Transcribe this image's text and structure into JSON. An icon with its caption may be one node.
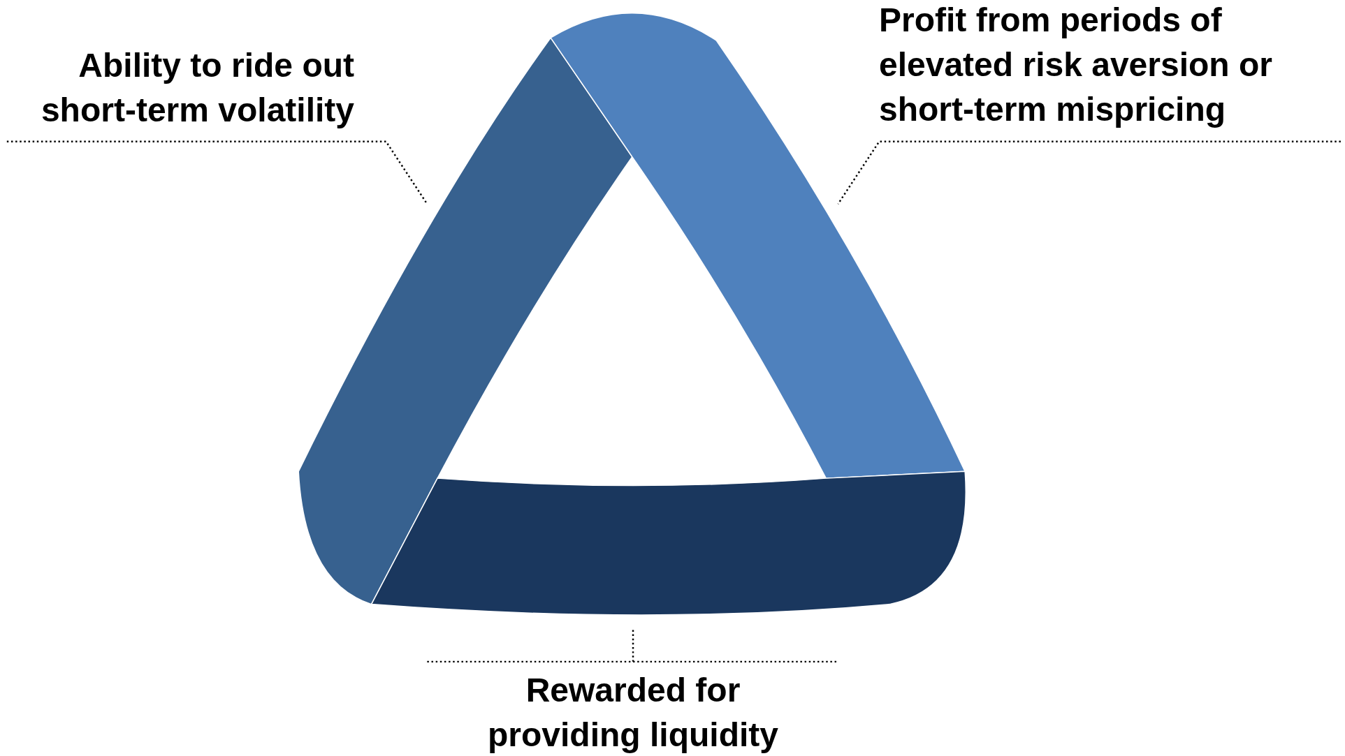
{
  "diagram": {
    "nodes": [
      {
        "text": [],
        "shape": "band"
      },
      {
        "text": [],
        "shape": "band"
      },
      {
        "text": [],
        "shape": "band"
      },
      {
        "text": [
          "Ability to ride out short-term volatility"
        ]
      },
      {
        "text": [
          "Profit from periods of elevated risk aversion or short-term mispricing"
        ]
      },
      {
        "text": [
          "Rewarded for providing liquidity"
        ]
      }
    ],
    "edges": [
      {
        "from": 3,
        "to": 0,
        "arrow": "none",
        "style": "dashed"
      },
      {
        "from": 4,
        "to": 1,
        "arrow": "none",
        "style": "dashed"
      },
      {
        "from": 5,
        "to": 2,
        "arrow": "none",
        "style": "dashed"
      }
    ]
  }
}
